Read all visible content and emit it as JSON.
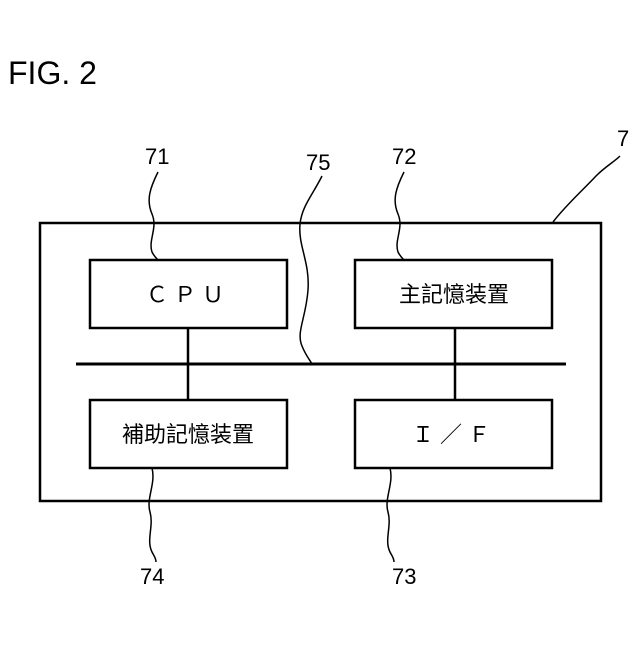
{
  "figure": {
    "title": "FIG. 2",
    "device_ref": "7",
    "bus_ref": "75"
  },
  "components": {
    "cpu": {
      "ref": "71",
      "label": "ＣＰＵ"
    },
    "main_memory": {
      "ref": "72",
      "label": "主記憶装置"
    },
    "interface": {
      "ref": "73",
      "label": "Ｉ／Ｆ"
    },
    "auxiliary_storage": {
      "ref": "74",
      "label": "補助記憶装置"
    }
  }
}
